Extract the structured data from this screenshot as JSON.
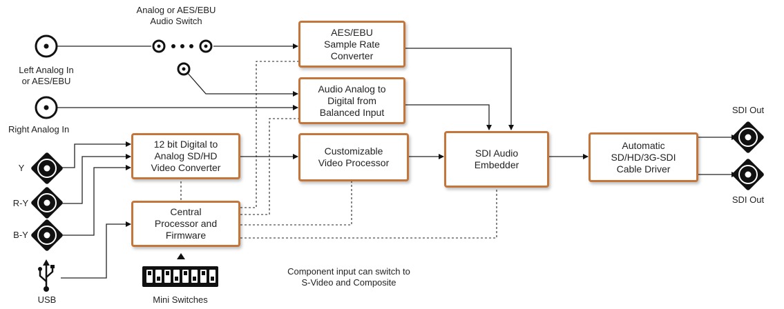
{
  "colors": {
    "box_border": "#c4763a",
    "line": "#222222",
    "connector": "#111111"
  },
  "labels": {
    "audio_switch": "Analog or AES/EBU\nAudio Switch",
    "left_analog": "Left Analog In\nor AES/EBU",
    "right_analog": "Right Analog In",
    "y": "Y",
    "ry": "R-Y",
    "by": "B-Y",
    "usb": "USB",
    "mini_switches": "Mini Switches",
    "sdi_out_top": "SDI Out",
    "sdi_out_bottom": "SDI Out",
    "note": "Component input can switch to\nS-Video and Composite"
  },
  "boxes": {
    "aes_src": "AES/EBU\nSample Rate\nConverter",
    "audio_adc": "Audio Analog to\nDigital from\nBalanced Input",
    "video_conv": "12 bit Digital to\nAnalog SD/HD\nVideo Converter",
    "cpu": "Central\nProcessor and\nFirmware",
    "video_proc": "Customizable\nVideo Processor",
    "sdi_embedder": "SDI Audio\nEmbedder",
    "cable_driver": "Automatic\nSD/HD/3G-SDI\nCable Driver"
  },
  "icons": [
    "rca-connector-icon",
    "bnc-connector-icon",
    "usb-icon",
    "dip-switch-icon",
    "arrow-up-icon"
  ]
}
